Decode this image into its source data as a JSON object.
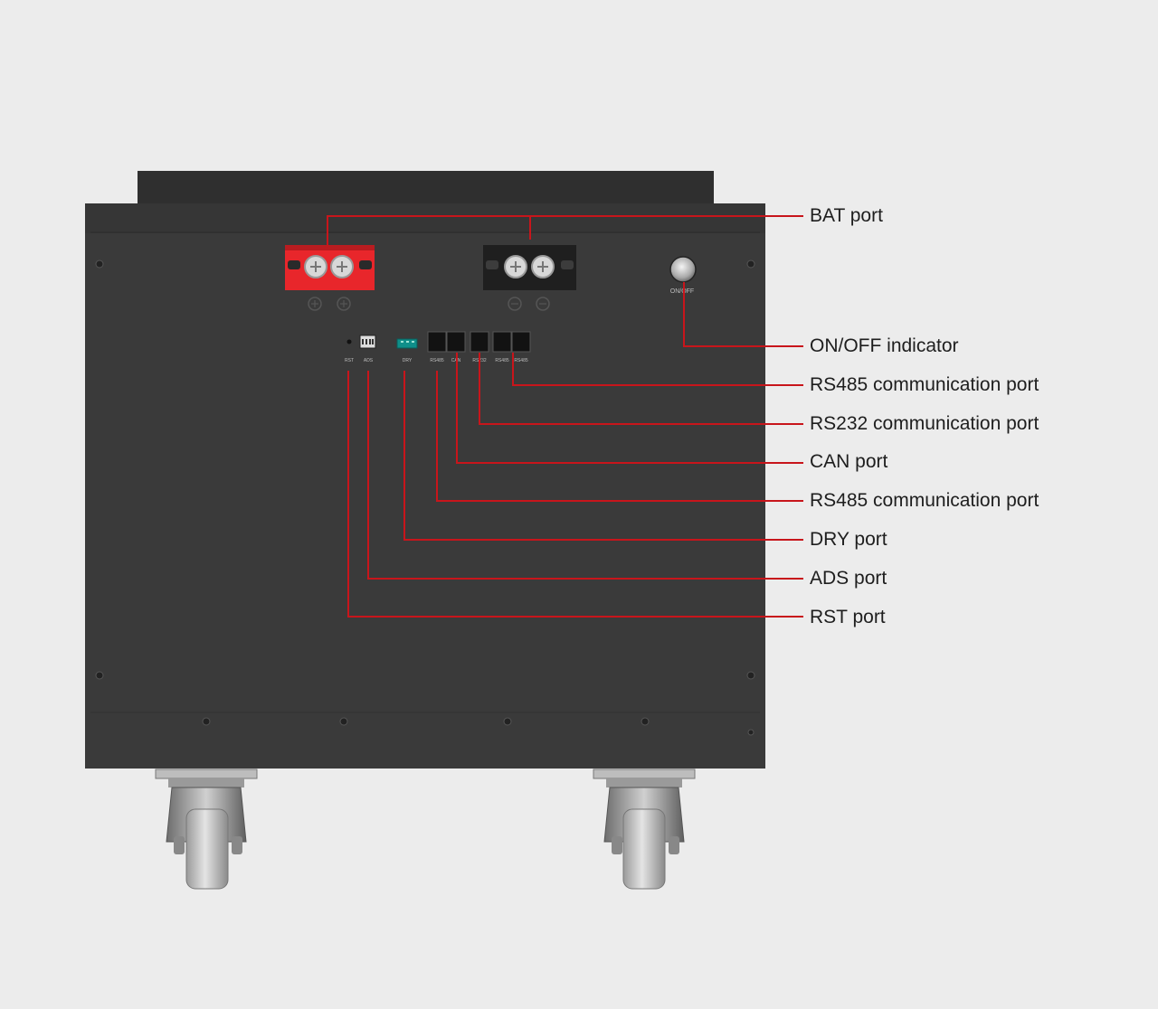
{
  "colors": {
    "background": "#ececec",
    "cabinet": "#3a3a3a",
    "cabinet_top": "#2f2f2f",
    "positive_terminal": "#e8262b",
    "negative_terminal": "#1f1f1f",
    "leader_line": "#c8151b",
    "label_text": "#1e1e1e"
  },
  "device": {
    "button_label": "ON/OFF",
    "port_labels": {
      "rst": "RST",
      "ads": "ADS",
      "dry": "DRY",
      "rs485_a": "RS485",
      "can": "CAN",
      "rs232": "RS232",
      "rs485_b1": "RS485",
      "rs485_b2": "RS485"
    }
  },
  "callouts": [
    {
      "id": "bat-port",
      "label": "BAT port"
    },
    {
      "id": "on-off-indicator",
      "label": "ON/OFF indicator"
    },
    {
      "id": "rs485-port-right",
      "label": "RS485 communication port"
    },
    {
      "id": "rs232-port",
      "label": "RS232 communication port"
    },
    {
      "id": "can-port",
      "label": "CAN port"
    },
    {
      "id": "rs485-port-left",
      "label": "RS485 communication port"
    },
    {
      "id": "dry-port",
      "label": "DRY port"
    },
    {
      "id": "ads-port",
      "label": "ADS port"
    },
    {
      "id": "rst-port",
      "label": "RST port"
    }
  ]
}
